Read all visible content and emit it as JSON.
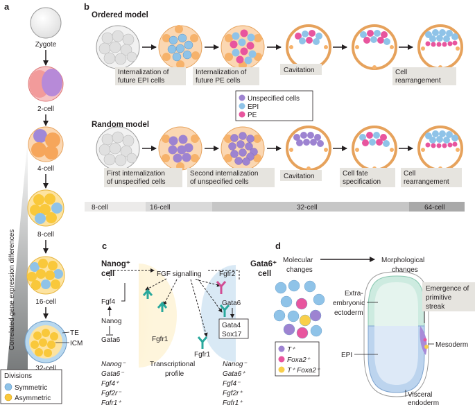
{
  "panels": {
    "a": "a",
    "b": "b",
    "c": "c",
    "d": "d"
  },
  "panel_a": {
    "stages": [
      "Zygote",
      "2-cell",
      "4-cell",
      "8-cell",
      "16-cell",
      "32-cell"
    ],
    "te_label": "TE",
    "icm_label": "ICM",
    "gradient_label": "Correlated gene expression differences",
    "legend": {
      "title": "Divisions",
      "items": [
        "Symmetric",
        "Asymmetric"
      ]
    }
  },
  "panel_b": {
    "ordered": {
      "title": "Ordered model",
      "captions": [
        "Internalization of future EPI cells",
        "Internalization of future PE cells",
        "Cavitation",
        "Cell rearrangement"
      ],
      "legend": [
        "Unspecified cells",
        "EPI",
        "PE"
      ]
    },
    "random": {
      "title": "Random model",
      "captions": [
        "First internalization of unspecified cells",
        "Second internalization of unspecified cells",
        "Cavitation",
        "Cell fate specification",
        "Cell rearrangement"
      ]
    },
    "timeline": [
      "8-cell",
      "16-cell",
      "32-cell",
      "64-cell"
    ]
  },
  "panel_c": {
    "nanog_cell": "Nanog⁺ cell",
    "gata6_cell": "Gata6⁺ cell",
    "fgf_signalling": "FGF signalling",
    "left_genes": [
      "Fgf4",
      "Nanog",
      "Gata6"
    ],
    "right_genes": [
      "Gata6"
    ],
    "boxed_genes": [
      "Gata4",
      "Sox17"
    ],
    "receptors": [
      "Fgfr1",
      "Fgfr2",
      "Fgfr1"
    ],
    "transcriptional_profile": "Transcriptional profile",
    "left_profile": [
      "Nanog⁻",
      "Gata6⁻",
      "Fgf4⁺",
      "Fgf2r⁻",
      "Fgfr1⁺"
    ],
    "right_profile": [
      "Nanog⁻",
      "Gata6⁺",
      "Fgf4⁻",
      "Fgf2r⁺",
      "Fgfr1⁺"
    ]
  },
  "panel_d": {
    "molecular": "Molecular changes",
    "morphological": "Morphological changes",
    "legend": [
      "T⁺",
      "Foxa2⁺",
      "T⁺ Foxa2⁺"
    ],
    "labels": {
      "extra": "Extra- embryonic ectoderm",
      "primitive_streak": "Emergence of primitive streak",
      "mesoderm": "Mesoderm",
      "epi": "EPI",
      "visceral": "Visceral endoderm"
    }
  },
  "colors": {
    "epi": "#8fc3e8",
    "pe": "#e8559e",
    "unspecified": "#9d83d1",
    "orange": "#f6b26b",
    "yellow": "#f9cf4a",
    "grey_cell": "#e3e3e3",
    "caption_bg": "#e6e4df"
  }
}
